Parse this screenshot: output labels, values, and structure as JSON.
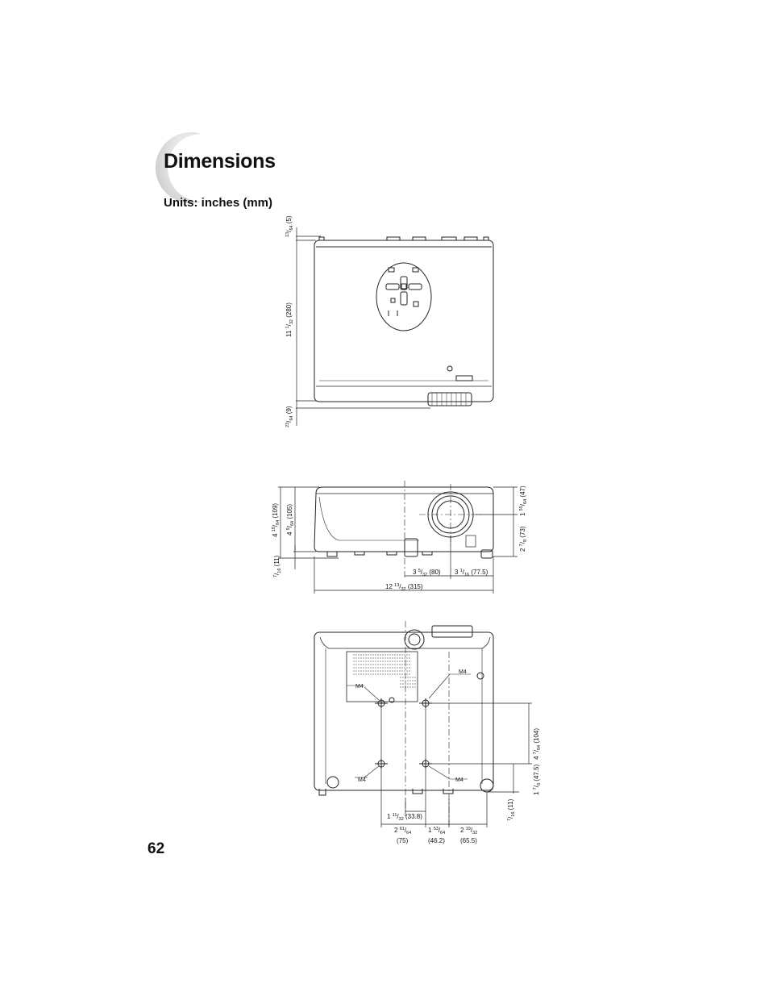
{
  "header": {
    "title": "Dimensions",
    "units": "Units: inches (mm)"
  },
  "page_number": "62",
  "top_view": {
    "dim_top": {
      "whole": "",
      "num": "13",
      "den": "64",
      "mm": "(5)"
    },
    "dim_length": {
      "whole": "11",
      "num": "1",
      "den": "32",
      "mm": "(280)"
    },
    "dim_bottom": {
      "whole": "",
      "num": "23",
      "den": "64",
      "mm": "(9)"
    }
  },
  "front_view": {
    "dim_total_height": {
      "whole": "4",
      "num": "19",
      "den": "64",
      "mm": "(109)"
    },
    "dim_body_height": {
      "whole": "4",
      "num": "9",
      "den": "64",
      "mm": "(105)"
    },
    "dim_foot": {
      "whole": "",
      "num": "7",
      "den": "16",
      "mm": "(11)"
    },
    "dim_lens_top": {
      "whole": "1",
      "num": "55",
      "den": "64",
      "mm": "(47)"
    },
    "dim_lens_center": {
      "whole": "2",
      "num": "7",
      "den": "8",
      "mm": "(73)"
    },
    "dim_lens_left": {
      "whole": "3",
      "num": "5",
      "den": "32",
      "mm": "(80)"
    },
    "dim_lens_right": {
      "whole": "3",
      "num": "1",
      "den": "16",
      "mm": "(77.5)"
    },
    "dim_width": {
      "whole": "12",
      "num": "13",
      "den": "32",
      "mm": "(315)"
    }
  },
  "bottom_view": {
    "labels": {
      "m4_a": "M4",
      "m4_b": "M4",
      "m4_c": "M4",
      "m4_d": "M4"
    },
    "dim_hole_spacing": {
      "whole": "4",
      "num": "7",
      "den": "64",
      "mm": "(104)"
    },
    "dim_hole_front": {
      "whole": "1",
      "num": "7",
      "den": "8",
      "mm": "(47.5)"
    },
    "dim_foot": {
      "whole": "",
      "num": "7",
      "den": "16",
      "mm": "(11)"
    },
    "dim_offset": {
      "whole": "1",
      "num": "11",
      "den": "32",
      "mm": "(33.8)"
    },
    "dim_left": {
      "whole": "2",
      "num": "61",
      "den": "64",
      "mm": "(75)"
    },
    "dim_mid": {
      "whole": "1",
      "num": "53",
      "den": "64",
      "mm": "(46.2)"
    },
    "dim_right": {
      "whole": "2",
      "num": "19",
      "den": "32",
      "mm": "(65.5)"
    }
  }
}
